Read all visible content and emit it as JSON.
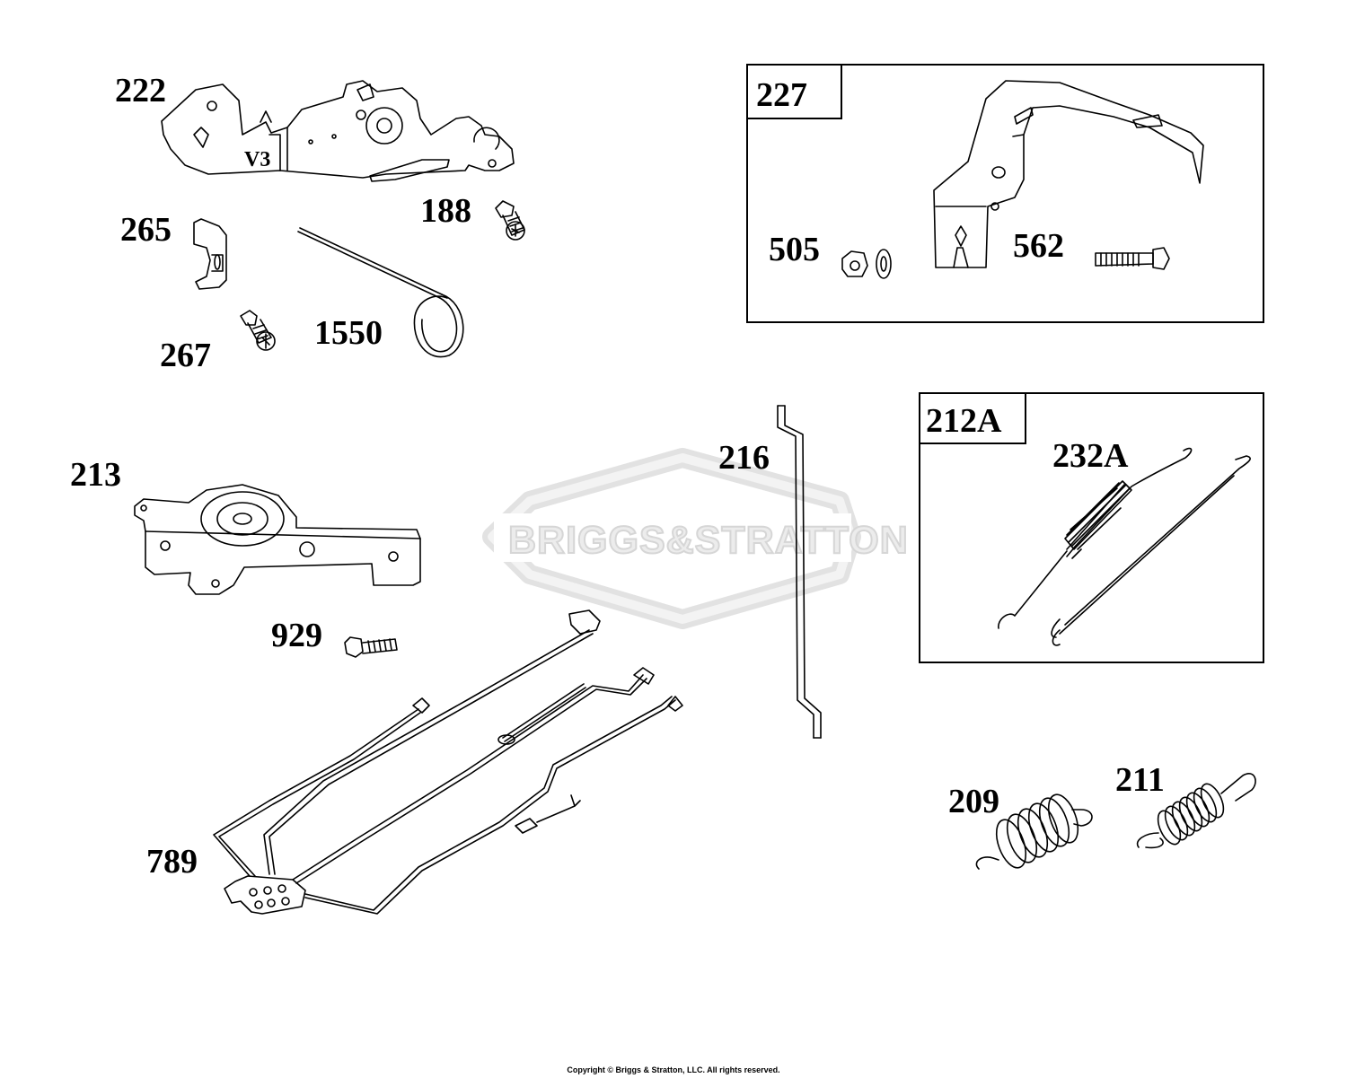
{
  "watermark": {
    "brand": "BRIGGS&STRATTON"
  },
  "boxes": [
    {
      "id": "227",
      "label": "227"
    },
    {
      "id": "212A",
      "label": "212A"
    }
  ],
  "parts": {
    "p222": "222",
    "p265": "265",
    "p188": "188",
    "p267": "267",
    "p1550": "1550",
    "p505": "505",
    "p562": "562",
    "p213": "213",
    "p216": "216",
    "p232A": "232A",
    "p929": "929",
    "p789": "789",
    "p209": "209",
    "p211": "211",
    "bracket_mark": "V3"
  },
  "footer": {
    "copyright": "Copyright © Briggs & Stratton, LLC. All rights reserved."
  },
  "colors": {
    "line": "#000000",
    "watermark": "#d9d9d9",
    "background": "#ffffff"
  }
}
